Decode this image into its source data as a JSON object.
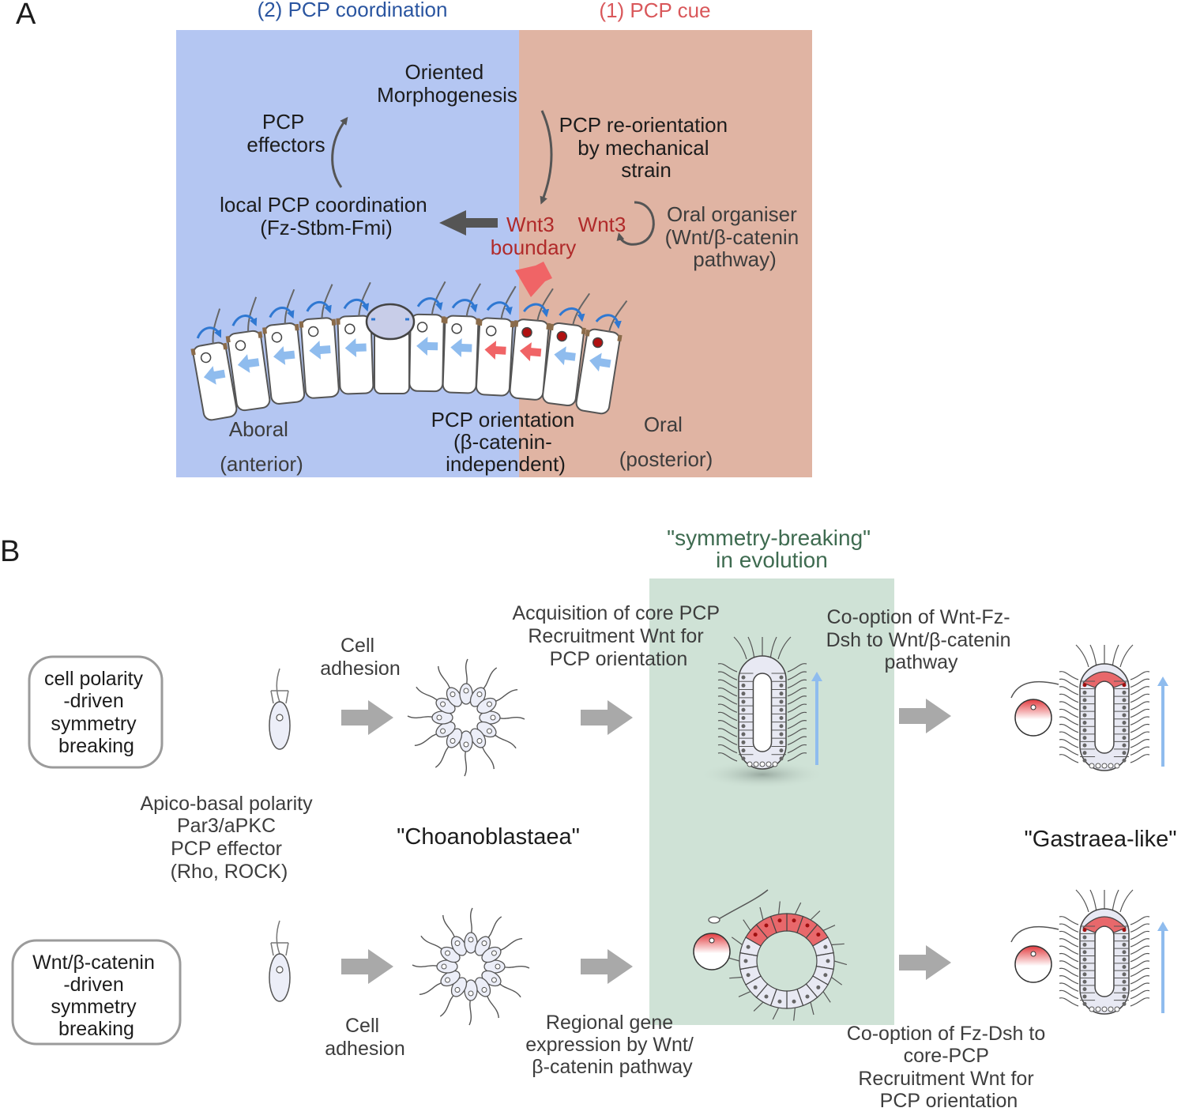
{
  "panel_a": {
    "letter": "A",
    "header_left": "(2) PCP coordination",
    "header_right": "(1) PCP cue",
    "oriented": [
      "Oriented",
      "Morphogenesis"
    ],
    "effectors": [
      "PCP",
      "effectors"
    ],
    "local": [
      "local PCP coordination",
      "(Fz-Stbm-Fmi)"
    ],
    "reorientation": [
      "PCP re-orientation",
      "by mechanical",
      "strain"
    ],
    "wnt3_boundary": [
      "Wnt3",
      "boundary"
    ],
    "wnt3": "Wnt3",
    "organiser": [
      "Oral organiser",
      "(Wnt/β-catenin",
      "pathway)"
    ],
    "aboral": [
      "Aboral",
      "(anterior)"
    ],
    "oral": [
      "Oral",
      "(posterior)"
    ],
    "orientation": [
      "PCP orientation",
      "(β-catenin-",
      "independent)"
    ]
  },
  "panel_b": {
    "letter": "B",
    "symmetry_title": [
      "\"symmetry-breaking\"",
      "in evolution"
    ],
    "row1_box": [
      "cell polarity",
      "-driven",
      "symmetry",
      "breaking"
    ],
    "row2_box": [
      "Wnt/β-catenin",
      "-driven",
      "symmetry",
      "breaking"
    ],
    "cell_adhesion_1": [
      "Cell",
      "adhesion"
    ],
    "cell_adhesion_2": [
      "Cell",
      "adhesion"
    ],
    "acquisition": [
      "Acquisition of core PCP",
      "Recruitment Wnt for",
      "PCP orientation"
    ],
    "cooption_1": [
      "Co-option of Wnt-Fz-",
      "Dsh to Wnt/β-catenin",
      "pathway"
    ],
    "apico": [
      "Apico-basal polarity",
      "Par3/aPKC",
      "PCP effector",
      "(Rho, ROCK)"
    ],
    "choano": "\"Choanoblastaea\"",
    "gastraea": "\"Gastraea-like\"",
    "regional": [
      "Regional gene",
      "expression by Wnt/",
      "β-catenin pathway"
    ],
    "cooption_2": [
      "Co-option of Fz-Dsh to",
      "core-PCP",
      "Recruitment Wnt for",
      "PCP orientation"
    ]
  },
  "colors": {
    "blue_panel": "#b4c6f2",
    "pink_panel": "#e0b4a3",
    "green_panel": "#cfe2d6",
    "arrow_grey": "#a9a9a9",
    "wnt_red": "#b02a2a",
    "pcp_blue": "#2f78d2",
    "light_blue_arrow": "#8fbcee",
    "cue_arrow": "#f06466"
  }
}
